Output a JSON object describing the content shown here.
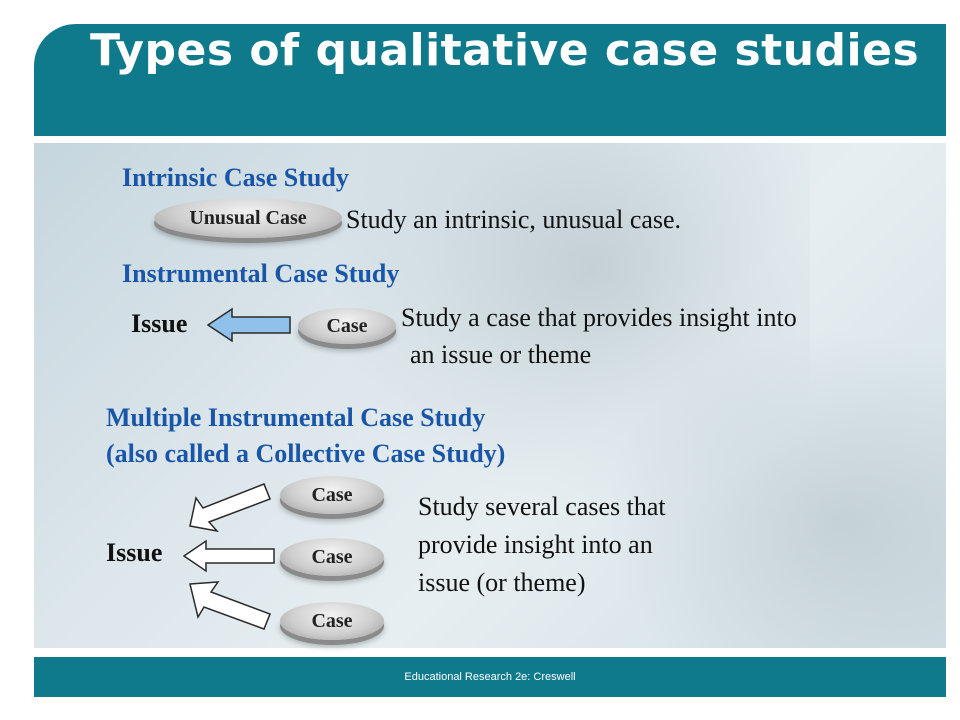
{
  "slide": {
    "title": "Types of qualitative case studies",
    "footer": "Educational Research 2e:  Creswell"
  },
  "intrinsic": {
    "heading": "Intrinsic Case Study",
    "disc_label": "Unusual Case",
    "description": "Study an intrinsic, unusual  case."
  },
  "instrumental": {
    "heading": "Instrumental Case Study",
    "issue_label": "Issue",
    "disc_label": "Case",
    "description_line1": "Study a case that provides insight  into",
    "description_line2": "an issue or theme"
  },
  "multiple": {
    "heading_line1": "Multiple Instrumental Case Study",
    "heading_line2": "(also called a Collective Case Study)",
    "issue_label": "Issue",
    "disc_labels": [
      "Case",
      "Case",
      "Case"
    ],
    "description_line1": "Study several cases that",
    "description_line2": "provide insight  into an",
    "description_line3": "issue (or theme)"
  },
  "colors": {
    "title_bar": "#0f7a8c",
    "heading": "#1a56a8",
    "arrow_fill_single": "#8fc1ea",
    "arrow_fill_multiple": "#ffffff"
  }
}
